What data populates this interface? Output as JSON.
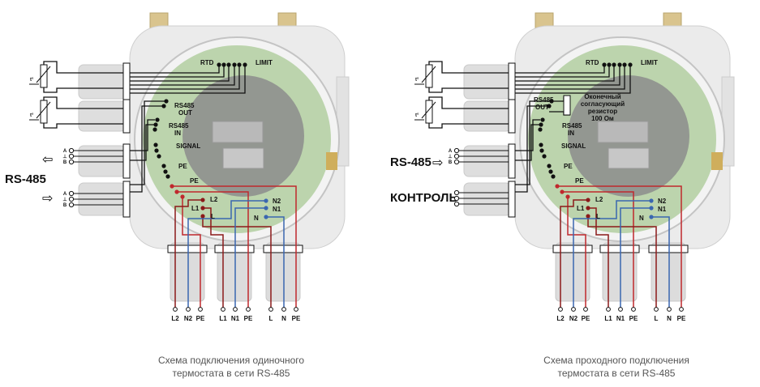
{
  "colors": {
    "phase": "#c0282d",
    "live_dark": "#8b1a1a",
    "neutral": "#3a66b0",
    "wire": "#111111",
    "pcb": "#a9c995"
  },
  "diagrams": [
    {
      "terminals": {
        "rtd": "RTD",
        "limit": "LIMIT",
        "rs485_out": [
          "RS485",
          "OUT"
        ],
        "rs485_in": [
          "RS485",
          "IN"
        ],
        "signal": "SIGNAL",
        "pe1": "PE",
        "pe2": "PE",
        "l2": "L2",
        "l1": "L1",
        "l": "L",
        "n2": "N2",
        "n1": "N1",
        "n": "N"
      },
      "sensor_label": "t°",
      "bus_pins": [
        "A",
        "⊥",
        "B"
      ],
      "side_label": "RS-485",
      "bottom_terminals": [
        "L2",
        "N2",
        "PE",
        "L1",
        "N1",
        "PE",
        "L",
        "N",
        "PE"
      ],
      "caption": [
        "Схема подключения одиночного",
        "термостата в сети RS-485"
      ]
    },
    {
      "terminals": {
        "rtd": "RTD",
        "limit": "LIMIT",
        "rs485_out": [
          "RS485",
          "OUT"
        ],
        "rs485_in": [
          "RS485",
          "IN"
        ],
        "signal": "SIGNAL",
        "pe1": "PE",
        "pe2": "PE",
        "l2": "L2",
        "l1": "L1",
        "l": "L",
        "n2": "N2",
        "n1": "N1",
        "n": "N"
      },
      "sensor_label": "t°",
      "bus_pins": [
        "A",
        "⊥",
        "B"
      ],
      "side_label": "RS-485",
      "control_label": "КОНТРОЛЬ",
      "resistor_note": [
        "Оконечный",
        "согласующий",
        "резистор",
        "100 Ом"
      ],
      "bottom_terminals": [
        "L2",
        "N2",
        "PE",
        "L1",
        "N1",
        "PE",
        "L",
        "N",
        "PE"
      ],
      "caption": [
        "Схема проходного подключения",
        "термостата в сети RS-485"
      ]
    }
  ]
}
